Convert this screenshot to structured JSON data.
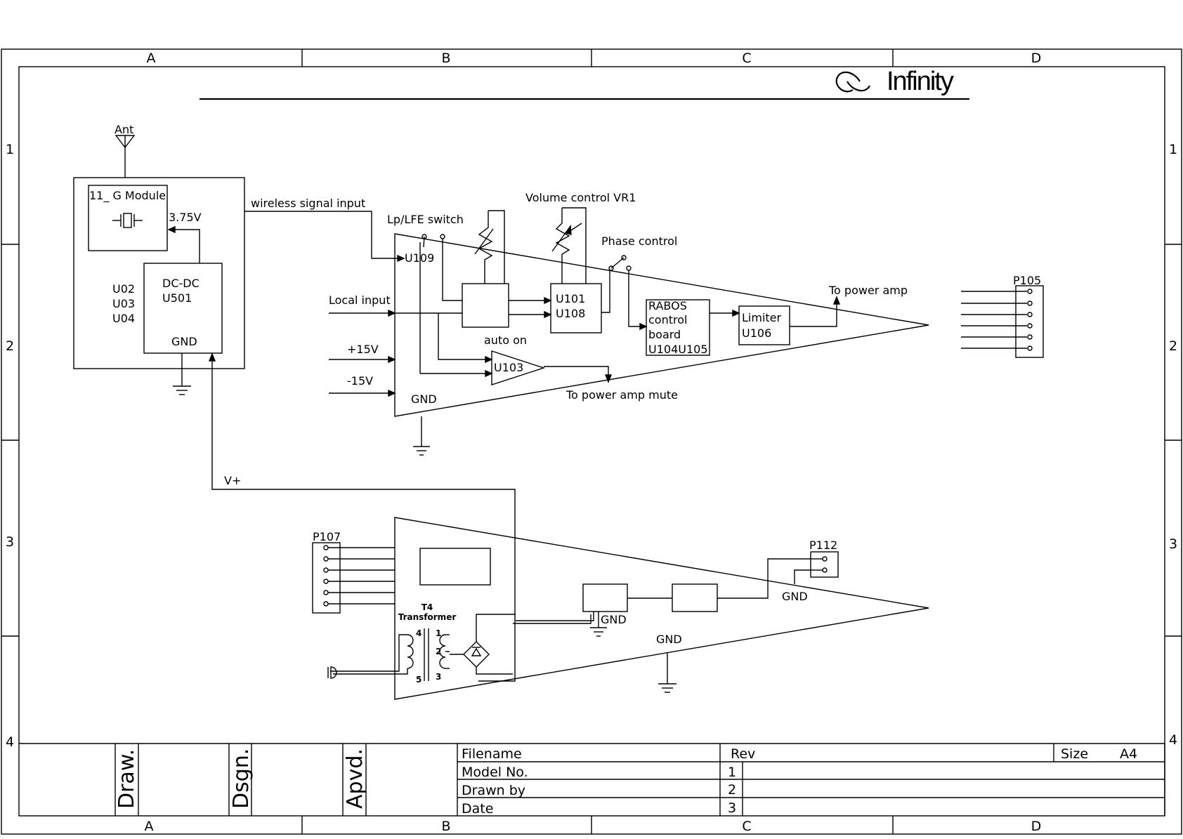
{
  "brand": {
    "logo_text": "Infinity"
  },
  "frame": {
    "columns": [
      "A",
      "B",
      "C",
      "D"
    ],
    "rows": [
      "1",
      "2",
      "3",
      "4"
    ]
  },
  "amp_block": {
    "antenna": "Ant",
    "module": "11_ G Module",
    "voltage": "3.75V",
    "dcdc": "DC-DC",
    "u501": "U501",
    "u02": "U02",
    "u03": "U03",
    "u04": "U04",
    "gnd": "GND",
    "wireless": "wireless signal input",
    "lp_lfe": "Lp/LFE switch",
    "volume": "Volume control VR1",
    "phase": "Phase control",
    "u109": "U109",
    "local_input": "Local input",
    "plus15": "+15V",
    "minus15": "-15V",
    "gnd_tri": "GND",
    "u101": "U101",
    "u108": "U108",
    "auto_on": "auto on",
    "u103": "U103",
    "to_mute": "To power amp mute",
    "rabos_1": "RABOS",
    "rabos_2": "control",
    "rabos_3": "board",
    "rabos_4": "U104U105",
    "limiter": "Limiter",
    "u106": "U106",
    "to_power_amp": "To power amp",
    "p105": "P105",
    "vplus": "V+"
  },
  "psu_block": {
    "p107": "P107",
    "t4": "T4",
    "transformer": "Transformer",
    "pin4": "4",
    "pin5": "5",
    "pin1": "1",
    "pin2": "2",
    "pin3": "3",
    "gnd_reg": "GND",
    "gnd_mid": "GND",
    "gnd_p112": "GND",
    "p112": "P112"
  },
  "title_block": {
    "draw": "Draw.",
    "dsgn": "Dsgn.",
    "apvd": "Apvd.",
    "filename": "Filename",
    "rev": "Rev",
    "size": "Size",
    "size_value": "A4",
    "model": "Model  No.",
    "drawn_by": "Drawn by",
    "date": "Date",
    "rev1": "1",
    "rev2": "2",
    "rev3": "3"
  }
}
